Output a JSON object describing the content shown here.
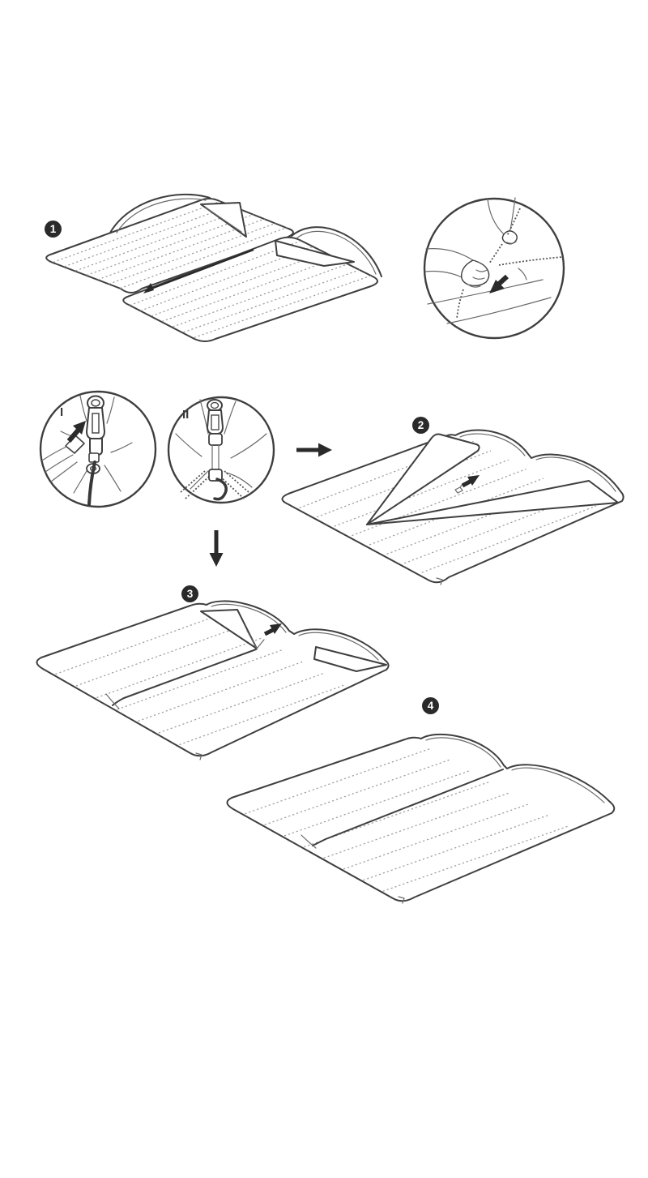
{
  "diagram": {
    "kind": "folding-mat-assembly-instructions",
    "background": "#ffffff",
    "colors": {
      "line": "#3f3f3f",
      "quilt_dots": "#9a9a9a",
      "badge_bg": "#2a2a2a",
      "badge_text": "#ffffff",
      "arrow": "#2a2a2a"
    },
    "steps": [
      {
        "label": "1",
        "illustration": "two-mats-side-by-side-unzip-arrow"
      },
      {
        "label": "2",
        "illustration": "mats-joined-flaps-lifting"
      },
      {
        "label": "3",
        "illustration": "mats-joined-corner-flap-folding"
      },
      {
        "label": "4",
        "illustration": "mat-fully-joined-flat"
      }
    ],
    "details": [
      {
        "label": "I",
        "illustration": "zipper-pull-attach-closeup"
      },
      {
        "label": "II",
        "illustration": "zipper-sliders-joined-closeup"
      },
      {
        "label": "",
        "illustration": "hands-pulling-zipper-closeup"
      }
    ],
    "icons": {
      "flow_arrow_right": "arrow-right-icon",
      "flow_arrow_down": "arrow-down-icon",
      "unzip_direction": "long-thin-arrow",
      "fold_direction": "bold-short-arrow"
    }
  }
}
